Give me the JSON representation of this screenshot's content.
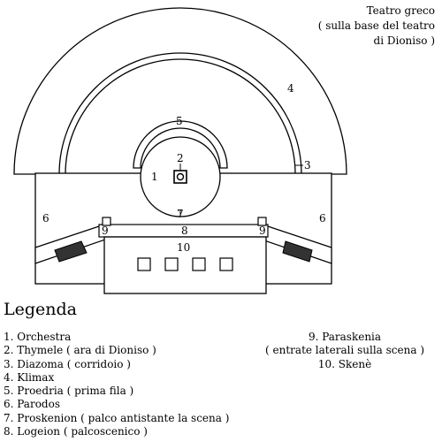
{
  "title": {
    "line1": "Teatro greco",
    "line2": "( sulla base del teatro",
    "line3": "di Dioniso )"
  },
  "labels": {
    "n1": "1",
    "n2": "2",
    "n3": "3",
    "n4": "4",
    "n5": "5",
    "n6_left": "6",
    "n6_right": "6",
    "n7": "7",
    "n8": "8",
    "n9_left": "9",
    "n9_right": "9",
    "n10": "10"
  },
  "legend": {
    "heading": "Legenda",
    "left_items": [
      "1. Orchestra",
      "2. Thymele ( ara di Dioniso )",
      "3. Diazoma ( corridoio )",
      "4. Klimax",
      "5. Proedria ( prima fila )",
      "6. Parodos",
      "7. Proskenion ( palco antistante la scena )",
      "8. Logeion ( palcoscenico )"
    ],
    "right_items": [
      "9. Paraskenia",
      "( entrate laterali sulla scena )",
      "10. Skenè"
    ]
  }
}
